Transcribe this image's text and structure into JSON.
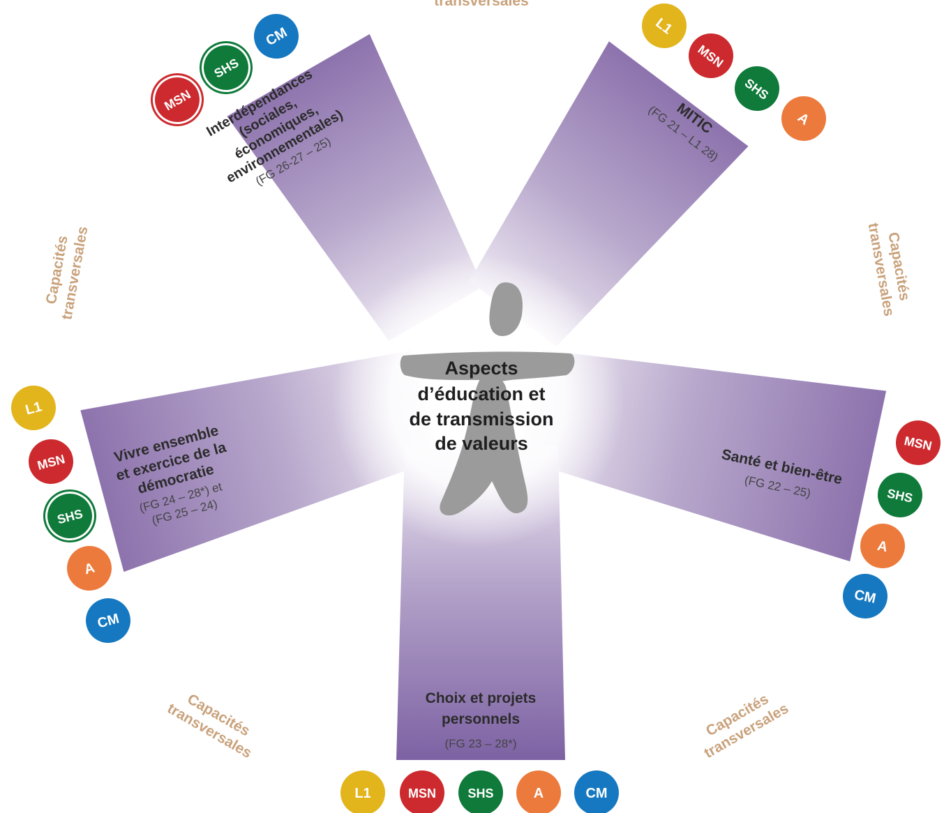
{
  "center": {
    "lines": [
      "Aspects",
      "d’éducation et",
      "de transmission",
      "de valeurs"
    ]
  },
  "capacites": {
    "top": "transversales",
    "left": [
      "Capacités",
      "transversales"
    ],
    "right": [
      "Capacités",
      "transversales"
    ],
    "bottom_left": [
      "Capacités",
      "transversales"
    ],
    "bottom_right": [
      "Capacités",
      "transversales"
    ]
  },
  "arms": {
    "interdependances": {
      "title_lines": [
        "Interdépendances",
        "(sociales,",
        "économiques,",
        "environnementales)"
      ],
      "sub_lines": [
        "(FG 26-27 – 25)"
      ]
    },
    "mitic": {
      "title_lines": [
        "MITIC"
      ],
      "sub_lines": [
        "(FG 21 – L1 28)"
      ]
    },
    "vivre": {
      "title_lines": [
        "Vivre ensemble",
        "et exercice de la",
        "démocratie"
      ],
      "sub_lines": [
        "(FG 24 – 28*) et",
        "(FG 25 – 24)"
      ]
    },
    "sante": {
      "title_lines": [
        "Santé et bien-être"
      ],
      "sub_lines": [
        "(FG 22 – 25)"
      ]
    },
    "choix": {
      "title_lines": [
        "Choix et projets",
        "personnels"
      ],
      "sub_lines": [
        "(FG 23 – 28*)"
      ]
    }
  },
  "badge_colors": {
    "L1": "#e2b51c",
    "MSN": "#cc2a2e",
    "SHS": "#0f7a3a",
    "A": "#ec7a3c",
    "CM": "#1578c0"
  },
  "badges": {
    "interdependances": [
      {
        "label": "MSN",
        "type": "MSN",
        "ring": true
      },
      {
        "label": "SHS",
        "type": "SHS",
        "ring": true
      },
      {
        "label": "CM",
        "type": "CM",
        "ring": false
      }
    ],
    "mitic": [
      {
        "label": "L1",
        "type": "L1",
        "ring": false
      },
      {
        "label": "MSN",
        "type": "MSN",
        "ring": false
      },
      {
        "label": "SHS",
        "type": "SHS",
        "ring": false
      },
      {
        "label": "A",
        "type": "A",
        "ring": false
      }
    ],
    "vivre": [
      {
        "label": "L1",
        "type": "L1",
        "ring": false
      },
      {
        "label": "MSN",
        "type": "MSN",
        "ring": false
      },
      {
        "label": "SHS",
        "type": "SHS",
        "ring": true
      },
      {
        "label": "A",
        "type": "A",
        "ring": false
      },
      {
        "label": "CM",
        "type": "CM",
        "ring": false
      }
    ],
    "sante": [
      {
        "label": "MSN",
        "type": "MSN",
        "ring": false
      },
      {
        "label": "SHS",
        "type": "SHS",
        "ring": false
      },
      {
        "label": "A",
        "type": "A",
        "ring": false
      },
      {
        "label": "CM",
        "type": "CM",
        "ring": false
      }
    ],
    "choix": [
      {
        "label": "L1",
        "type": "L1",
        "ring": false
      },
      {
        "label": "MSN",
        "type": "MSN",
        "ring": false
      },
      {
        "label": "SHS",
        "type": "SHS",
        "ring": false
      },
      {
        "label": "A",
        "type": "A",
        "ring": false
      },
      {
        "label": "CM",
        "type": "CM",
        "ring": false
      }
    ]
  }
}
